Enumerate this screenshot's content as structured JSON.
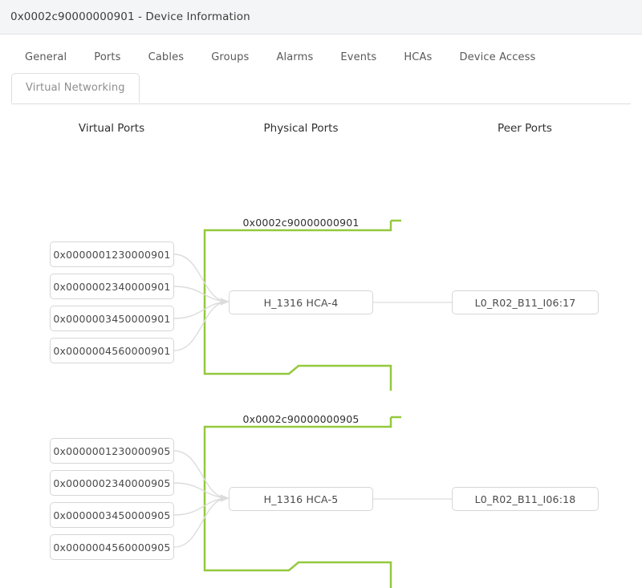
{
  "window": {
    "title": "0x0002c90000000901 - Device Information"
  },
  "tabs": {
    "primary": [
      {
        "label": "General"
      },
      {
        "label": "Ports"
      },
      {
        "label": "Cables"
      },
      {
        "label": "Groups"
      },
      {
        "label": "Alarms"
      },
      {
        "label": "Events"
      },
      {
        "label": "HCAs"
      },
      {
        "label": "Device Access"
      }
    ],
    "active": {
      "label": "Virtual Networking"
    }
  },
  "columns": [
    {
      "label": "Virtual Ports"
    },
    {
      "label": "Physical Ports"
    },
    {
      "label": "Peer Ports"
    }
  ],
  "colors": {
    "group_border": "#94c93d",
    "node_border": "#d6d6d6",
    "link": "#dcdcdc",
    "titlebar_bg": "#f4f5f6"
  },
  "groups": [
    {
      "title": "0x0002c90000000901",
      "virtual_ports": [
        {
          "label": "0x0000001230000901"
        },
        {
          "label": "0x0000002340000901"
        },
        {
          "label": "0x0000003450000901"
        },
        {
          "label": "0x0000004560000901"
        }
      ],
      "physical_port": {
        "label": "H_1316 HCA-4"
      },
      "peer_port": {
        "label": "L0_R02_B11_I06:17"
      }
    },
    {
      "title": "0x0002c90000000905",
      "virtual_ports": [
        {
          "label": "0x0000001230000905"
        },
        {
          "label": "0x0000002340000905"
        },
        {
          "label": "0x0000003450000905"
        },
        {
          "label": "0x0000004560000905"
        }
      ],
      "physical_port": {
        "label": "H_1316 HCA-5"
      },
      "peer_port": {
        "label": "L0_R02_B11_I06:18"
      }
    }
  ]
}
